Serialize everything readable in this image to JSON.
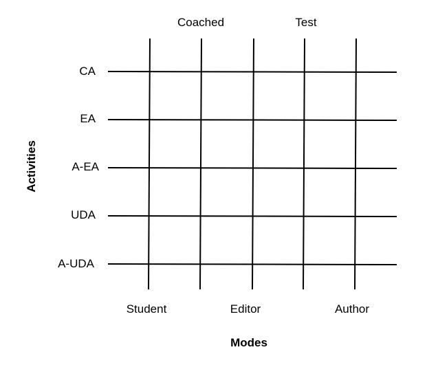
{
  "diagram": {
    "top_labels": [
      "Coached",
      "Test"
    ],
    "rows": [
      "CA",
      "EA",
      "A-EA",
      "UDA",
      "A-UDA"
    ],
    "bottom_labels": [
      "Student",
      "Editor",
      "Author"
    ],
    "x_axis_title": "Modes",
    "y_axis_title": "Activities"
  }
}
